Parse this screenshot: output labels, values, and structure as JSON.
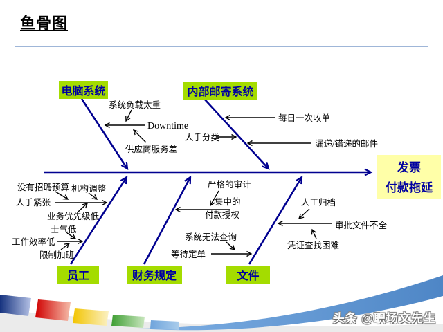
{
  "title": "鱼骨图",
  "watermark": "头条 @职场文先生",
  "diagram": {
    "effect": {
      "line1": "发票",
      "line2": "付款拖延"
    },
    "branches": {
      "computer": {
        "label": "电脑系统",
        "causes": {
          "overload": "系统负载太重",
          "downtime": "Downtime",
          "vendor": "供应商服务差"
        }
      },
      "mail": {
        "label": "内部邮寄系统",
        "causes": {
          "daily_pickup": "每日一次收单",
          "manual_sort": "人手分类",
          "misdelivered": "漏递/错递的邮件"
        }
      },
      "staff": {
        "label": "员工",
        "causes": {
          "no_budget": "没有招聘预算",
          "reorg": "机构调整",
          "shortage": "人手紧张",
          "low_priority": "业务优先级低",
          "low_morale": "士气低",
          "low_efficiency": "工作效率低",
          "overtime_limit": "限制加班"
        }
      },
      "finance": {
        "label": "财务规定",
        "causes": {
          "strict_audit": "严格的审计",
          "central_auth_1": "集中的",
          "central_auth_2": "付款授权",
          "no_query": "系统无法查询",
          "wait_order": "等待定单"
        }
      },
      "documents": {
        "label": "文件",
        "causes": {
          "manual_filing": "人工归档",
          "incomplete_docs": "审批文件不全",
          "voucher_hard": "凭证查找困难"
        }
      }
    }
  },
  "colors": {
    "category_bg": "#A4DC00",
    "category_text": "#0000A0",
    "bone": "#000090",
    "effect_bg": "#FFFFA8",
    "divider": "#9FB6D8",
    "swoosh": "#5E94CF"
  }
}
